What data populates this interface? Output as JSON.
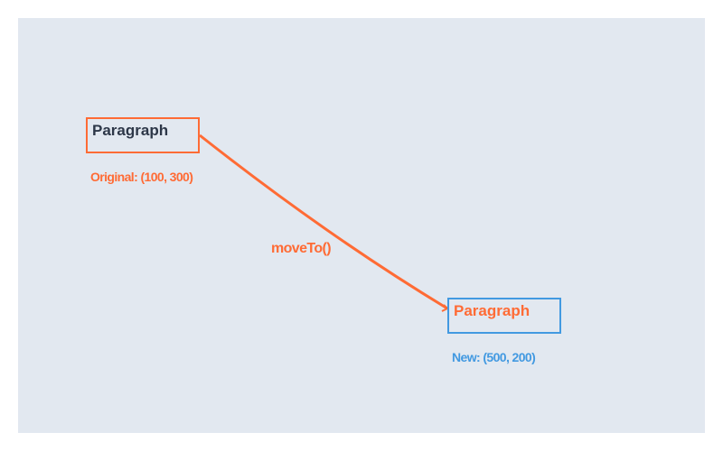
{
  "original": {
    "element_label": "Paragraph",
    "caption": "Original: (100, 300)"
  },
  "moved": {
    "element_label": "Paragraph",
    "caption": "New: (500, 200)"
  },
  "arrow": {
    "label": "moveTo()"
  },
  "colors": {
    "background": "#e2e8f0",
    "accent_orange": "#ff6b35",
    "accent_blue": "#4299e1",
    "text_dark": "#2d3748"
  }
}
